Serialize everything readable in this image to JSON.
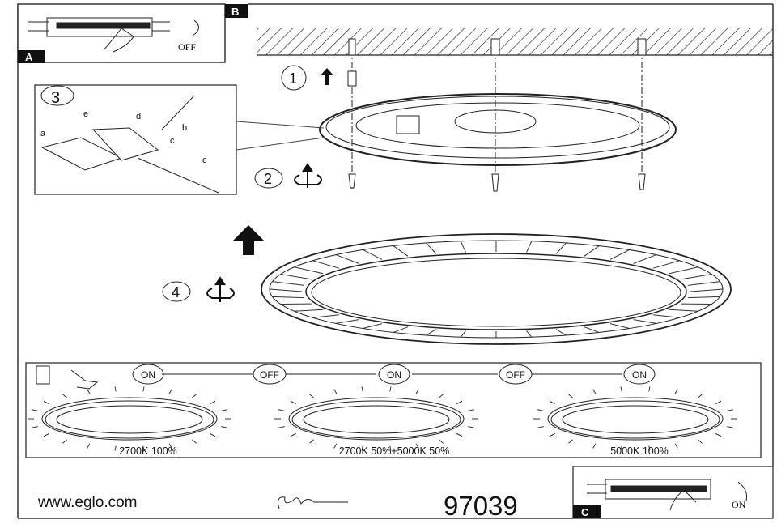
{
  "panels": {
    "A": "A",
    "B": "B",
    "C": "C"
  },
  "switch_off_label": "OFF",
  "switch_on_label": "ON",
  "steps": [
    "1",
    "2",
    "3",
    "4"
  ],
  "detail_callouts": [
    "a",
    "b",
    "c",
    "c",
    "d",
    "e"
  ],
  "sequence": [
    "ON",
    "OFF",
    "ON",
    "OFF",
    "ON"
  ],
  "modes": [
    "2700K 100%",
    "2700K 50%+5000K 50%",
    "5000K 100%"
  ],
  "footer": {
    "website": "www.eglo.com",
    "model_number": "97039",
    "signature": "signature"
  },
  "colors": {
    "ink": "#111111",
    "paper": "#ffffff"
  }
}
